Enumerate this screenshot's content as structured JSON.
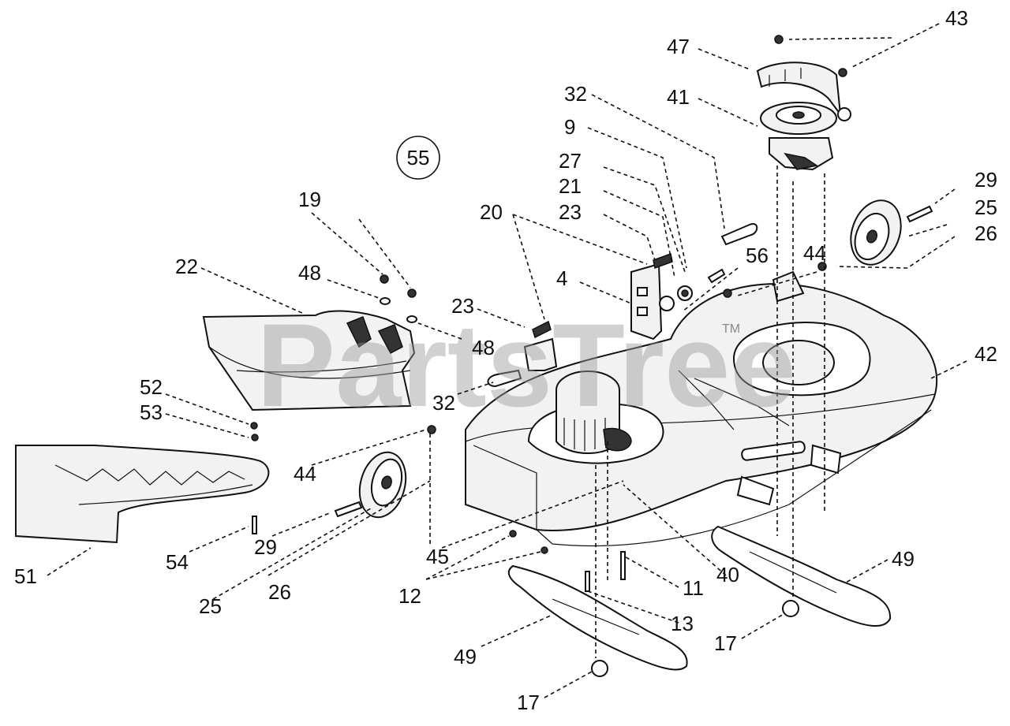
{
  "watermark": "PartsTree",
  "trademark": "TM",
  "diagram_ref": "55",
  "callouts": {
    "c43": "43",
    "c47": "47",
    "c41": "41",
    "c32a": "32",
    "c9": "9",
    "c27": "27",
    "c21": "21",
    "c23a": "23",
    "c20": "20",
    "c4": "4",
    "c56": "56",
    "c44a": "44",
    "c29a": "29",
    "c25a": "25",
    "c26a": "26",
    "c42": "42",
    "c19": "19",
    "c22": "22",
    "c48a": "48",
    "c48b": "48",
    "c23b": "23",
    "c32b": "32",
    "c52": "52",
    "c53": "53",
    "c44b": "44",
    "c51": "51",
    "c54": "54",
    "c29b": "29",
    "c25b": "25",
    "c26b": "26",
    "c45": "45",
    "c12": "12",
    "c11": "11",
    "c40": "40",
    "c13": "13",
    "c49a": "49",
    "c49b": "49",
    "c17a": "17",
    "c17b": "17"
  }
}
